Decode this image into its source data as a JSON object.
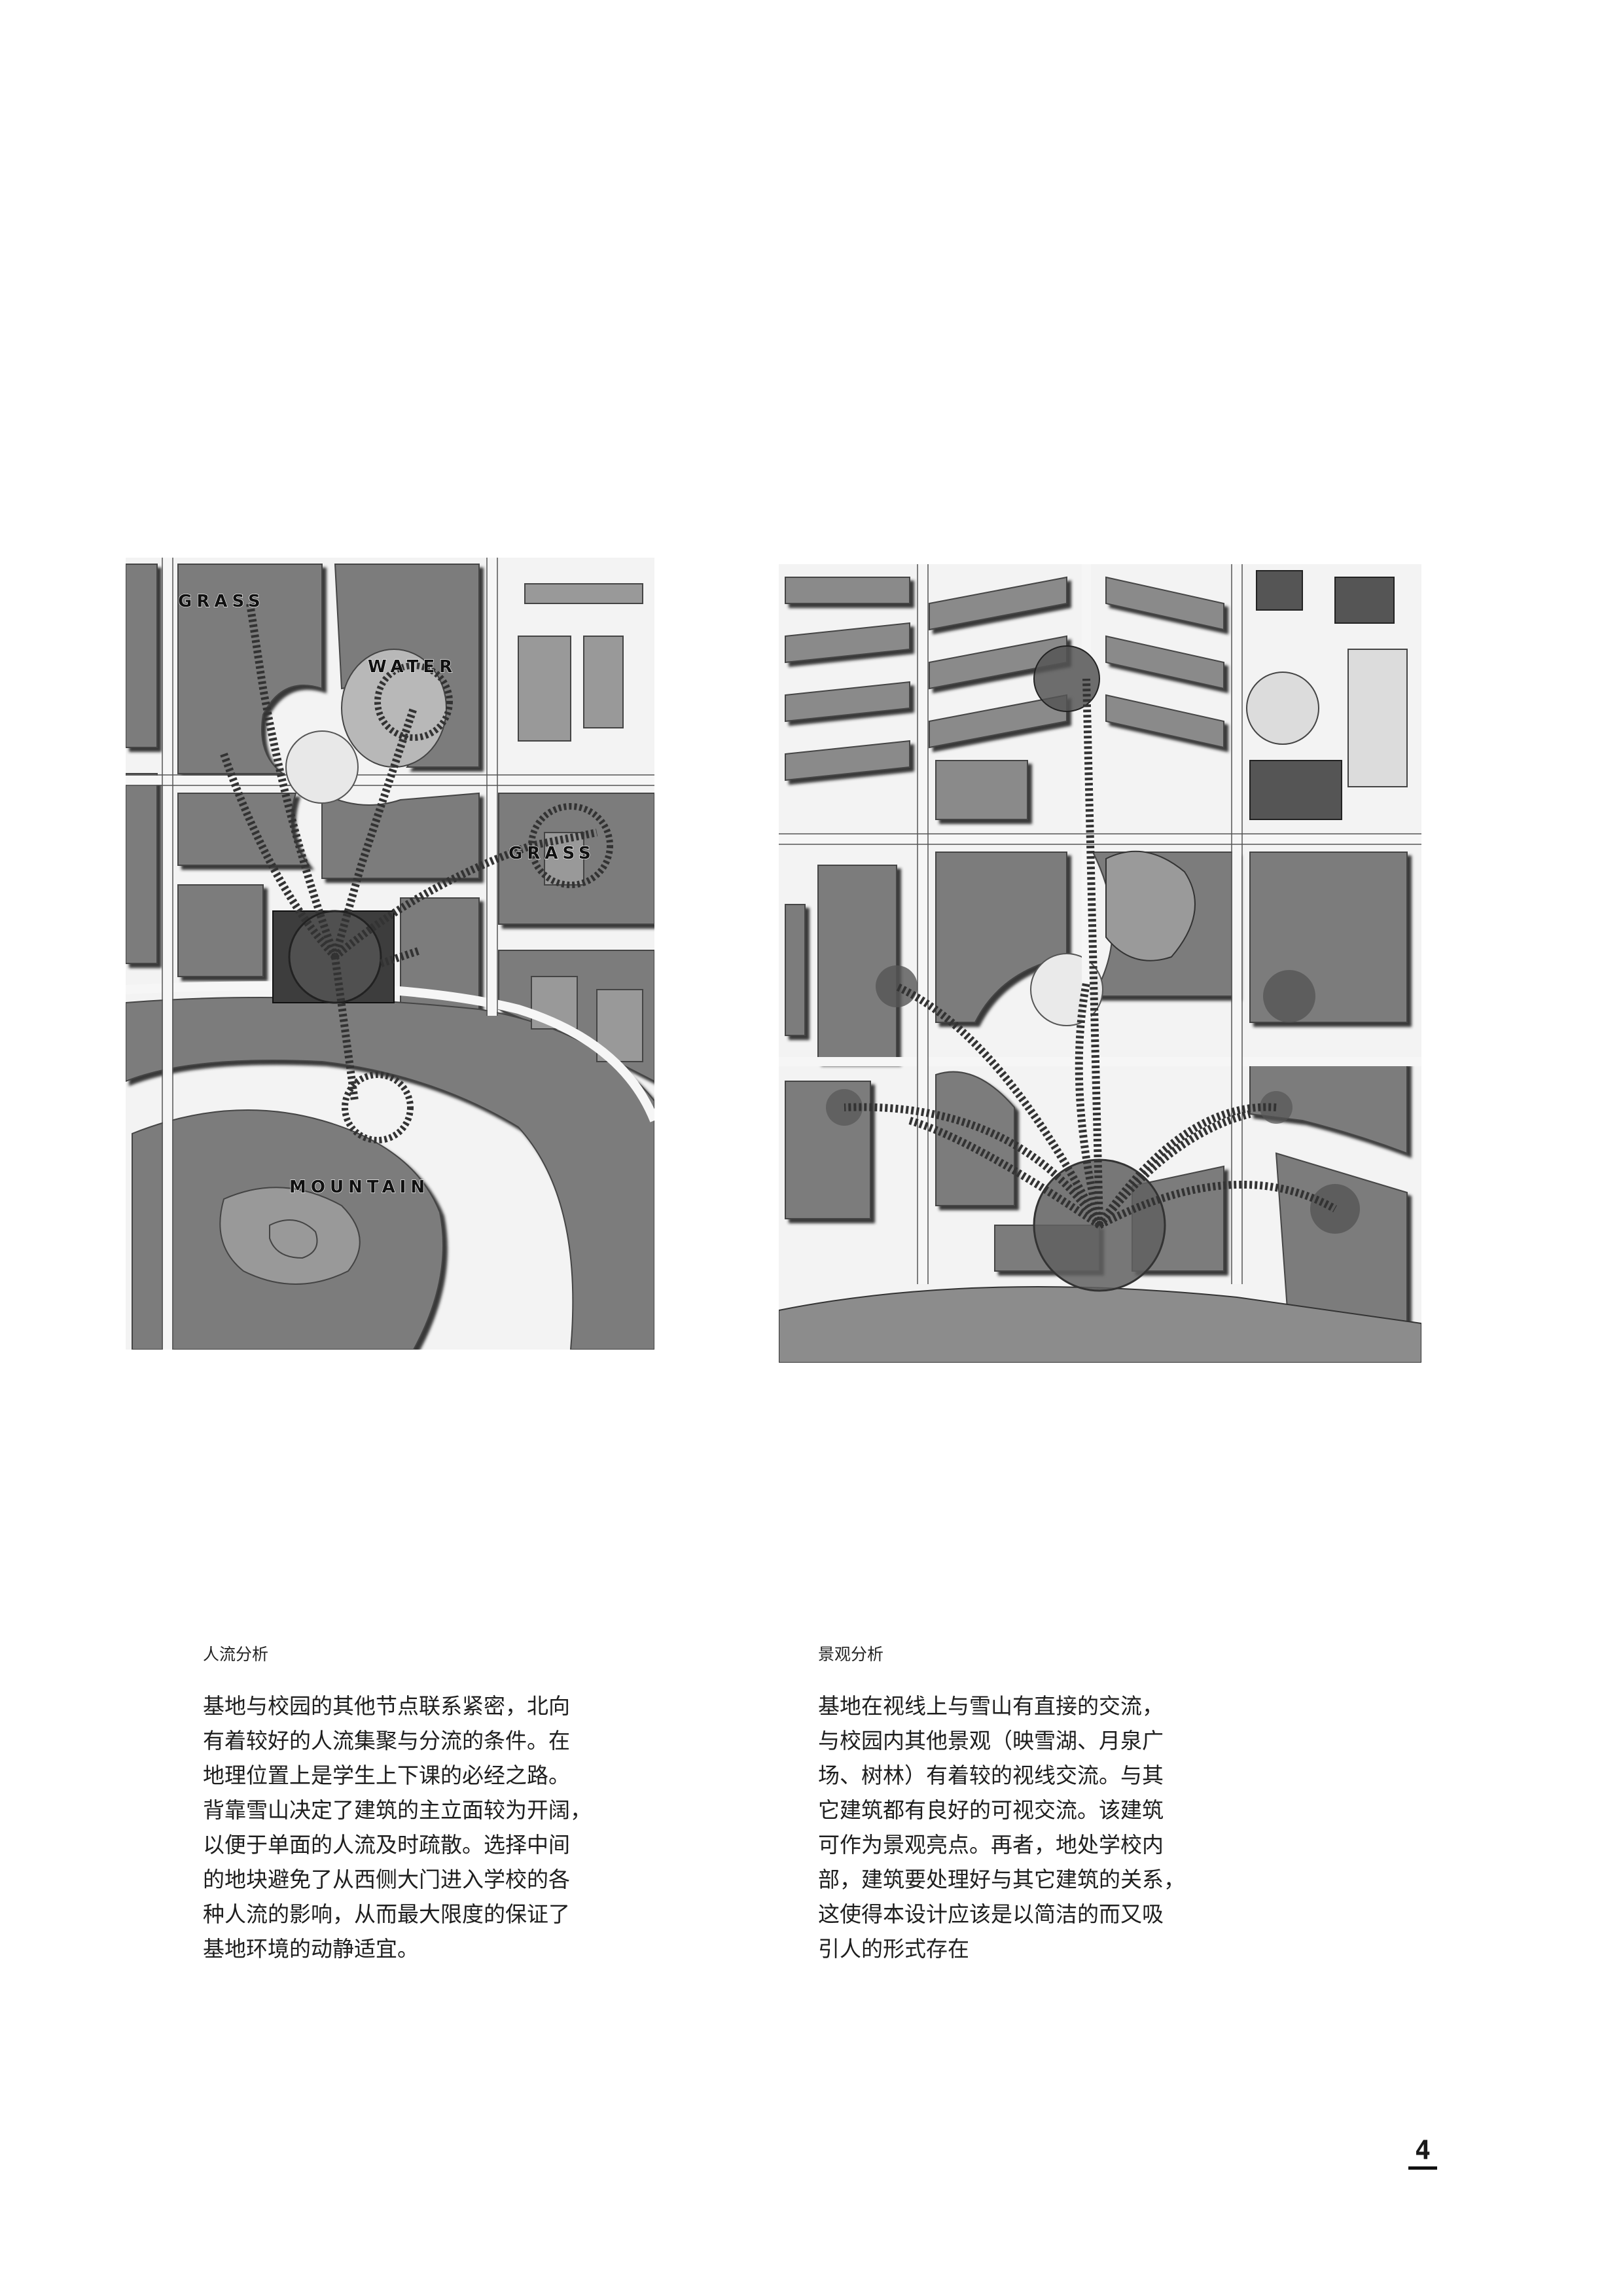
{
  "figures": {
    "left_map": {
      "labels": [
        "GRASS",
        "WATER",
        "GRASS",
        "MOUNTAIN"
      ]
    },
    "right_map": {}
  },
  "sections": {
    "left": {
      "title": "人流分析",
      "lines": [
        "基地与校园的其他节点联系紧密，北向",
        "有着较好的人流集聚与分流的条件。在",
        "地理位置上是学生上下课的必经之路。",
        "背靠雪山决定了建筑的主立面较为开阔，",
        "以便于单面的人流及时疏散。选择中间",
        "的地块避免了从西侧大门进入学校的各",
        "种人流的影响，从而最大限度的保证了",
        "基地环境的动静适宜。"
      ]
    },
    "right": {
      "title": "景观分析",
      "lines": [
        "基地在视线上与雪山有直接的交流，",
        "与校园内其他景观（映雪湖、月泉广",
        "场、树林）有着较的视线交流。与其",
        "它建筑都有良好的可视交流。该建筑",
        "可作为景观亮点。再者，地处学校内",
        "部，建筑要处理好与其它建筑的关系，",
        "这使得本设计应该是以简洁的而又吸",
        "引人的形式存在"
      ]
    }
  },
  "page_number": "4",
  "colors": {
    "block": "#7a7a7a",
    "block_dark": "#3c3c3c",
    "road": "#f2f2f2",
    "path": "#555555"
  }
}
